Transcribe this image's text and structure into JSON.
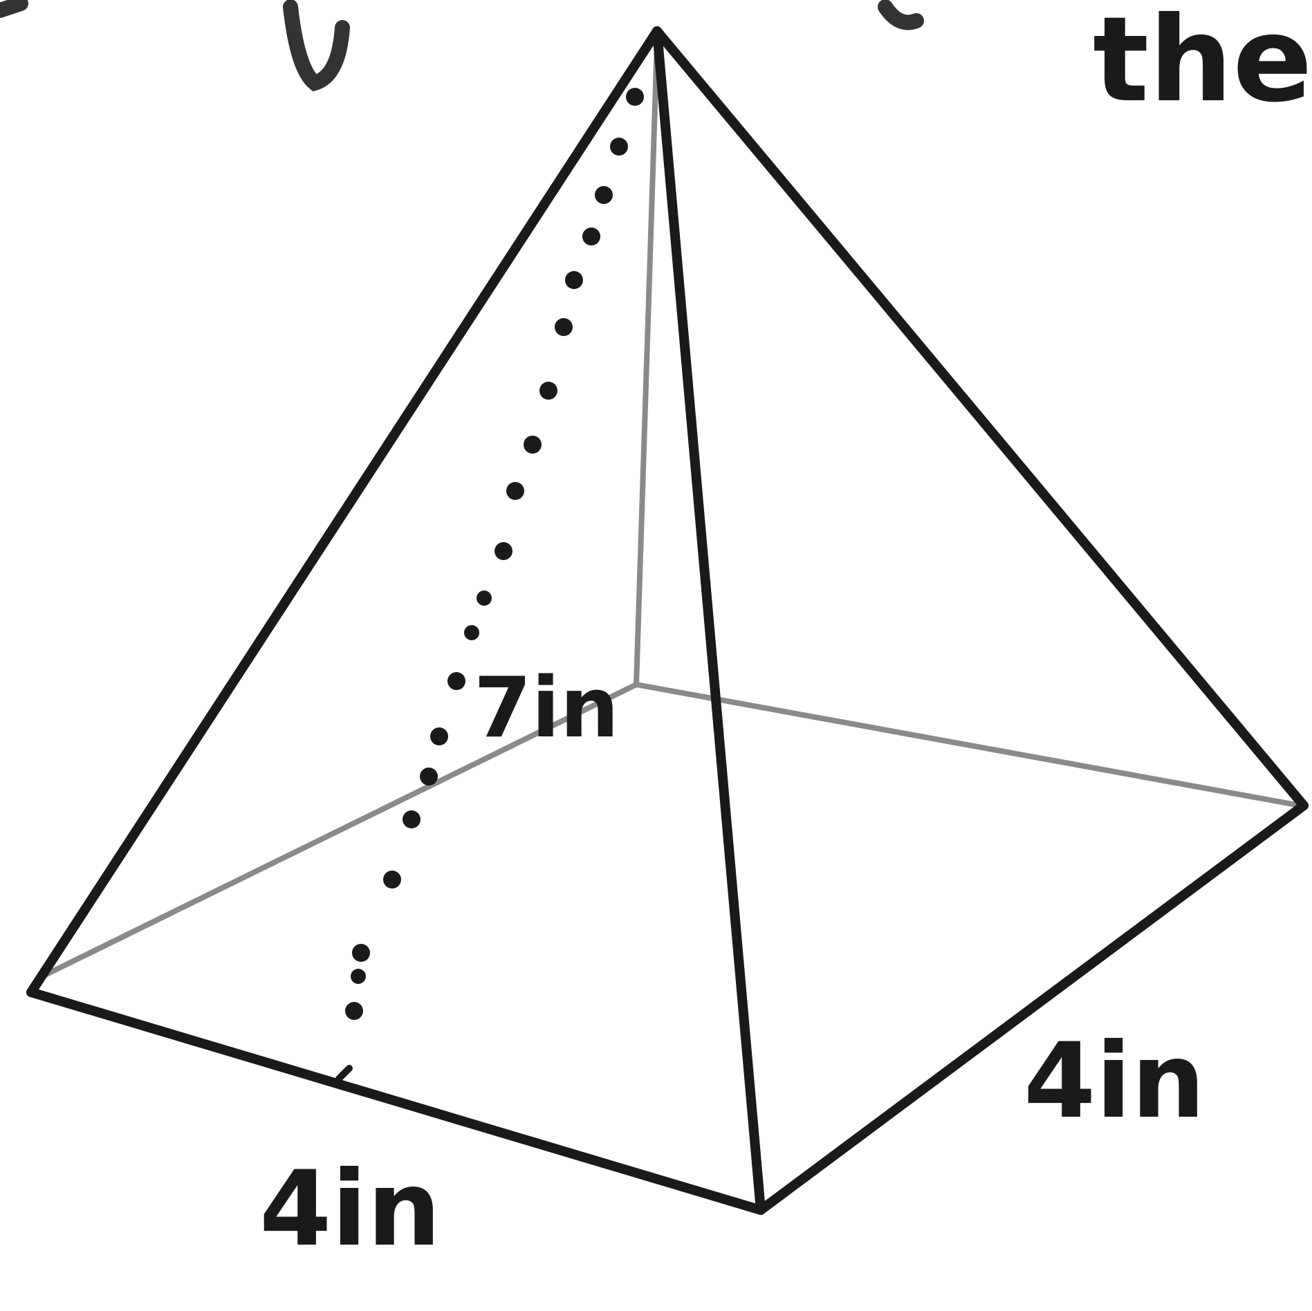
{
  "colors": {
    "ink": "#1a1a1a",
    "hidden_edge": "#8a8a8a",
    "background": "#ffffff"
  },
  "labels": {
    "height": "7in",
    "base_front": "4in",
    "base_right": "4in",
    "top_partial_text": "the"
  }
}
